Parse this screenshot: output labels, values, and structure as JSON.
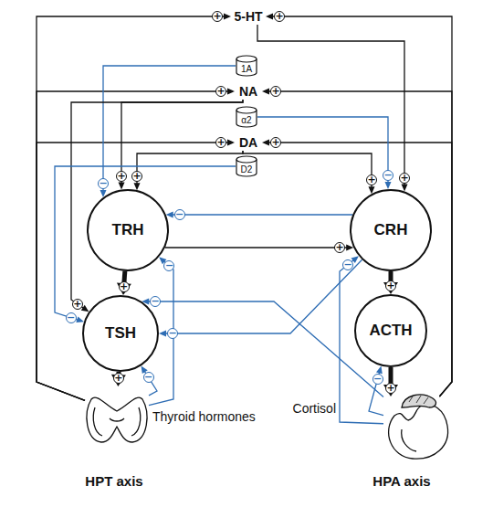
{
  "diagram": {
    "nodes": [
      {
        "text": [
          "5-HT"
        ]
      },
      {
        "text": [
          "1A"
        ]
      },
      {
        "text": [
          "NA"
        ]
      },
      {
        "text": [
          "α2"
        ]
      },
      {
        "text": [
          "DA"
        ]
      },
      {
        "text": [
          "D2"
        ]
      },
      {
        "text": [
          "TRH"
        ]
      },
      {
        "text": [
          "CRH"
        ]
      },
      {
        "text": [
          "TSH"
        ]
      },
      {
        "text": [
          "ACTH"
        ]
      },
      {
        "text": [
          "Thyroid hormones"
        ]
      },
      {
        "text": [
          "Cortisol"
        ]
      }
    ],
    "edges": [
      {
        "from": 10,
        "to": 0,
        "label": "+",
        "arrow": "to"
      },
      {
        "from": 11,
        "to": 0,
        "label": "+",
        "arrow": "to"
      },
      {
        "from": 10,
        "to": 2,
        "label": "+",
        "arrow": "to"
      },
      {
        "from": 11,
        "to": 2,
        "label": "+",
        "arrow": "to"
      },
      {
        "from": 10,
        "to": 4,
        "label": "+",
        "arrow": "to"
      },
      {
        "from": 11,
        "to": 4,
        "label": "+",
        "arrow": "to"
      },
      {
        "from": 1,
        "to": 6,
        "label": "−",
        "arrow": "to"
      },
      {
        "from": 0,
        "to": 7,
        "label": "+",
        "arrow": "to"
      },
      {
        "from": 2,
        "to": 6,
        "label": "+",
        "arrow": "to"
      },
      {
        "from": 2,
        "to": 8,
        "label": "+",
        "arrow": "to"
      },
      {
        "from": 3,
        "to": 7,
        "label": "−",
        "arrow": "to"
      },
      {
        "from": 4,
        "to": 6,
        "label": "+",
        "arrow": "to"
      },
      {
        "from": 5,
        "to": 8,
        "label": "−",
        "arrow": "to"
      },
      {
        "from": 4,
        "to": 7,
        "label": "+",
        "arrow": "to"
      },
      {
        "from": 6,
        "to": 7,
        "label": "+",
        "arrow": "to"
      },
      {
        "from": 7,
        "to": 6,
        "label": "−",
        "arrow": "to"
      },
      {
        "from": 6,
        "to": 8,
        "label": "+",
        "arrow": "to"
      },
      {
        "from": 8,
        "to": 10,
        "label": "+",
        "arrow": "to"
      },
      {
        "from": 10,
        "to": 8,
        "label": "−",
        "arrow": "to"
      },
      {
        "from": 10,
        "to": 6,
        "label": "−",
        "arrow": "to"
      },
      {
        "from": 7,
        "to": 8,
        "label": "−",
        "arrow": "to"
      },
      {
        "from": 7,
        "to": 9,
        "label": "+",
        "arrow": "to"
      },
      {
        "from": 9,
        "to": 11,
        "label": "+",
        "arrow": "to"
      },
      {
        "from": 11,
        "to": 9,
        "label": "−",
        "arrow": "to"
      },
      {
        "from": 11,
        "to": 7,
        "label": "−",
        "arrow": "to"
      },
      {
        "from": 11,
        "to": 8,
        "label": "−",
        "arrow": "to"
      }
    ],
    "labels": [
      "HPT axis",
      "HPA axis"
    ]
  }
}
